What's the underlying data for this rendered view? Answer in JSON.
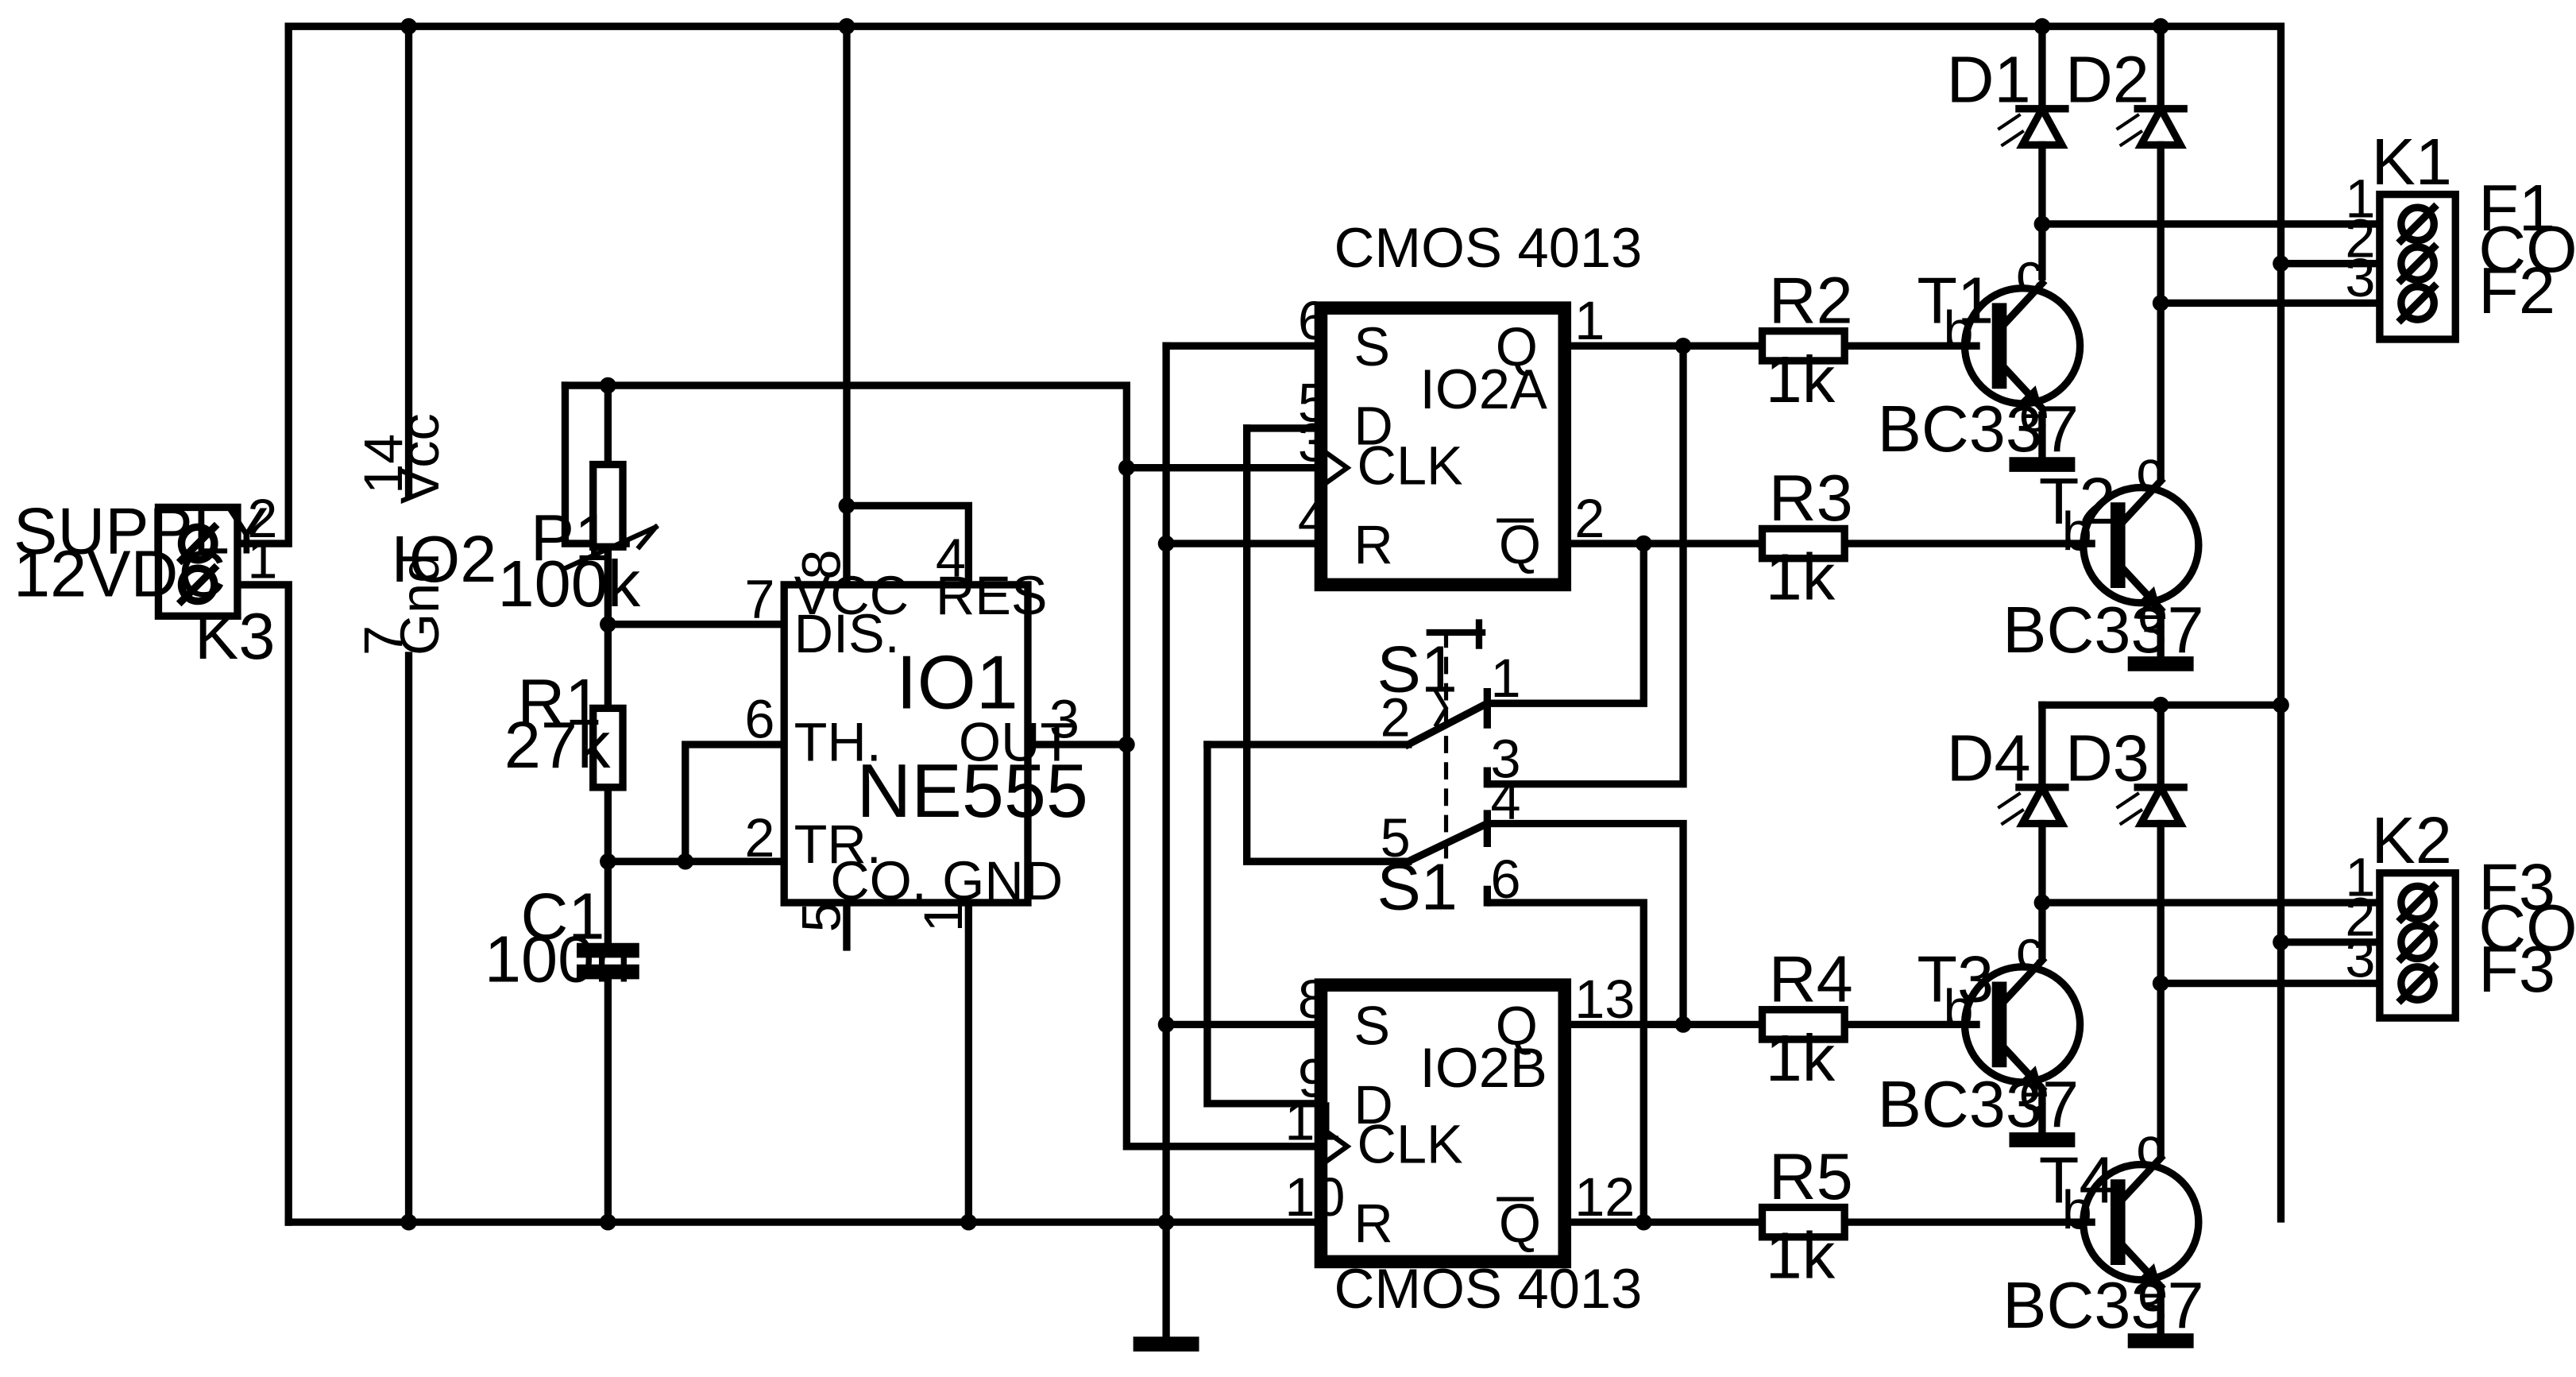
{
  "supply": {
    "label1": "SUPPLY",
    "label2": "12VDC",
    "ref": "K3",
    "pin_top": "2",
    "pin_bottom": "1"
  },
  "io2_power": {
    "ref": "IO2",
    "vcc_pin": "14",
    "vcc": "Vcc",
    "gnd_pin": "7",
    "gnd": "Gnd"
  },
  "timer": {
    "ref": "IO1",
    "part": "NE555",
    "pins": {
      "vcc": "VCC",
      "vcc_num": "8",
      "res": "RES",
      "res_num": "4",
      "dis": "DIS.",
      "dis_num": "7",
      "th": "TH.",
      "th_num": "6",
      "tr": "TR.",
      "tr_num": "2",
      "out": "OUT",
      "out_num": "3",
      "co": "CO.",
      "co_num": "5",
      "gnd": "GND",
      "gnd_num": "1"
    }
  },
  "passives": {
    "p1_ref": "P1",
    "p1_val": "100k",
    "r1_ref": "R1",
    "r1_val": "27k",
    "c1_ref": "C1",
    "c1_val": "100n",
    "r2_ref": "R2",
    "r2_val": "1k",
    "r3_ref": "R3",
    "r3_val": "1k",
    "r4_ref": "R4",
    "r4_val": "1k",
    "r5_ref": "R5",
    "r5_val": "1k"
  },
  "flipflop_a": {
    "title": "CMOS 4013",
    "ref": "IO2A",
    "s": "S",
    "d": "D",
    "clk": "CLK",
    "r": "R",
    "q": "Q",
    "qbar": "Q",
    "s_num": "6",
    "d_num": "5",
    "clk_num": "3",
    "r_num": "4",
    "q_num": "1",
    "qbar_num": "2"
  },
  "flipflop_b": {
    "title": "CMOS 4013",
    "ref": "IO2B",
    "s": "S",
    "d": "D",
    "clk": "CLK",
    "r": "R",
    "q": "Q",
    "qbar": "Q",
    "s_num": "8",
    "d_num": "9",
    "clk_num": "11",
    "r_num": "10",
    "q_num": "13",
    "qbar_num": "12"
  },
  "switch": {
    "ref_top": "S1",
    "ref_bottom": "S1",
    "p1": "1",
    "p2": "2",
    "p3": "3",
    "p4": "4",
    "p5": "5",
    "p6": "6"
  },
  "transistors": {
    "t1": "T1",
    "t2": "T2",
    "t3": "T3",
    "t4": "T4",
    "part": "BC337",
    "b": "b",
    "c": "c",
    "e": "e"
  },
  "diodes": {
    "d1": "D1",
    "d2": "D2",
    "d3": "D3",
    "d4": "D4"
  },
  "connector_k1": {
    "ref": "K1",
    "p1": "1",
    "p2": "2",
    "p3": "3",
    "l1": "F1",
    "l2": "COM",
    "l3": "F2"
  },
  "connector_k2": {
    "ref": "K2",
    "p1": "1",
    "p2": "2",
    "p3": "3",
    "l1": "F3",
    "l2": "COM",
    "l3": "F3"
  },
  "colors": {
    "line": "#000000",
    "background": "#ffffff"
  }
}
